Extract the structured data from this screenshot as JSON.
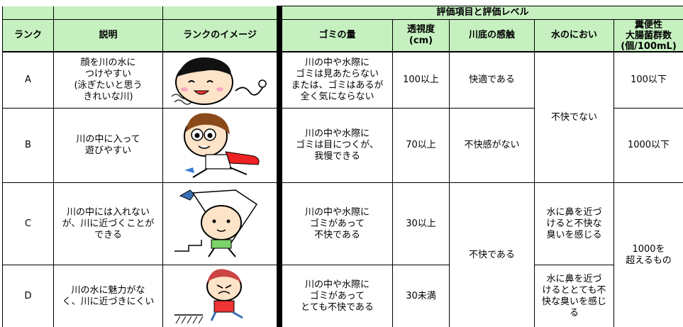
{
  "header": {
    "rank": "ランク",
    "description": "説明",
    "image": "ランクのイメージ",
    "group": "評価項目と評価レベル",
    "trash": "ゴミの量",
    "transparency": "透視度\n(cm)",
    "riverbed": "川底の感触",
    "smell": "水のにおい",
    "coliform": "糞便性\n大腸菌群数\n(個/100mL)"
  },
  "rows": [
    {
      "rank": "A",
      "description": "顔を川の水に\nつけやすい\n(泳ぎたいと思う\nきれいな川)",
      "image": "child-swimming-icon",
      "trash": "川の中や水際に\nゴミは見あたらない\nまたは、ゴミはあるが\n全く気にならない",
      "transparency": "100以上",
      "riverbed": "快適である"
    },
    {
      "rank": "B",
      "description": "川の中に入って\n遊びやすい",
      "image": "child-running-icon",
      "trash": "川の中や水際に\nゴミは目につくが、\n我慢できる",
      "transparency": "70以上",
      "riverbed": "不快感がない"
    },
    {
      "rank": "C",
      "description": "川の中には入れない\nが、川に近づくことが\nできる",
      "image": "child-net-fish-icon",
      "trash": "川の中や水際に\nゴミがあって\n不快である",
      "transparency": "30以上"
    },
    {
      "rank": "D",
      "description": "川の水に魅力がな\nく、川に近づきにくい",
      "image": "child-crying-icon",
      "trash": "川の中や水際に\nゴミがあって\nとても不快である",
      "transparency": "30未満"
    }
  ],
  "merged": {
    "riverbed_cd": "不快である",
    "smell_ab": "不快でない",
    "smell_c": "水に鼻を近づ\nけると不快な\n臭いを感じる",
    "smell_d": "水に鼻を近づ\nけるととても不\n快な臭いを感じ\nる",
    "coliform_a": "100以下",
    "coliform_b": "1000以下",
    "coliform_cd": "1000を\n超えるもの"
  },
  "colors": {
    "header_bg": "#c6f0c0"
  }
}
